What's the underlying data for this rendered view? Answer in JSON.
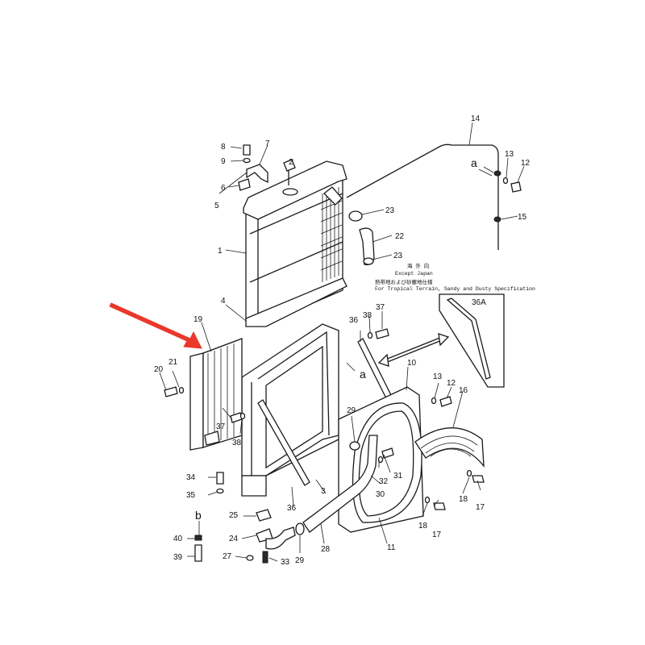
{
  "diagram": {
    "title": "Radiator assembly exploded parts diagram",
    "highlight_arrow": {
      "color": "#e8392b",
      "target_part": "19"
    },
    "notes": {
      "line1_jp": "海 外 向",
      "line1_en": "Except Japan",
      "line2_jp": "熱帯地および砂塵地仕様",
      "line2_en": "For Tropical Terrain, Sandy and Dusty Specification"
    },
    "inset_label": "36A",
    "reference_markers": {
      "a_top": "a",
      "a_mid": "a",
      "b": "b"
    },
    "parts": [
      {
        "id": "p1",
        "label": "1"
      },
      {
        "id": "p2",
        "label": "2"
      },
      {
        "id": "p3",
        "label": "3"
      },
      {
        "id": "p4",
        "label": "4"
      },
      {
        "id": "p5",
        "label": "5"
      },
      {
        "id": "p6",
        "label": "6"
      },
      {
        "id": "p7",
        "label": "7"
      },
      {
        "id": "p8",
        "label": "8"
      },
      {
        "id": "p9",
        "label": "9"
      },
      {
        "id": "p10",
        "label": "10"
      },
      {
        "id": "p11",
        "label": "11"
      },
      {
        "id": "p12a",
        "label": "12"
      },
      {
        "id": "p12b",
        "label": "12"
      },
      {
        "id": "p13a",
        "label": "13"
      },
      {
        "id": "p13b",
        "label": "13"
      },
      {
        "id": "p14",
        "label": "14"
      },
      {
        "id": "p15",
        "label": "15"
      },
      {
        "id": "p16",
        "label": "16"
      },
      {
        "id": "p17a",
        "label": "17"
      },
      {
        "id": "p17b",
        "label": "17"
      },
      {
        "id": "p18a",
        "label": "18"
      },
      {
        "id": "p18b",
        "label": "18"
      },
      {
        "id": "p19",
        "label": "19"
      },
      {
        "id": "p20",
        "label": "20"
      },
      {
        "id": "p21",
        "label": "21"
      },
      {
        "id": "p22",
        "label": "22"
      },
      {
        "id": "p23a",
        "label": "23"
      },
      {
        "id": "p23b",
        "label": "23"
      },
      {
        "id": "p24",
        "label": "24"
      },
      {
        "id": "p25",
        "label": "25"
      },
      {
        "id": "p27",
        "label": "27"
      },
      {
        "id": "p28",
        "label": "28"
      },
      {
        "id": "p29a",
        "label": "29"
      },
      {
        "id": "p29b",
        "label": "29"
      },
      {
        "id": "p30",
        "label": "30"
      },
      {
        "id": "p31",
        "label": "31"
      },
      {
        "id": "p32",
        "label": "32"
      },
      {
        "id": "p33",
        "label": "33"
      },
      {
        "id": "p34",
        "label": "34"
      },
      {
        "id": "p35",
        "label": "35"
      },
      {
        "id": "p36a",
        "label": "36"
      },
      {
        "id": "p36b",
        "label": "36"
      },
      {
        "id": "p37a",
        "label": "37"
      },
      {
        "id": "p37b",
        "label": "37"
      },
      {
        "id": "p38a",
        "label": "38"
      },
      {
        "id": "p38b",
        "label": "38"
      },
      {
        "id": "p39",
        "label": "39"
      },
      {
        "id": "p40",
        "label": "40"
      }
    ]
  }
}
